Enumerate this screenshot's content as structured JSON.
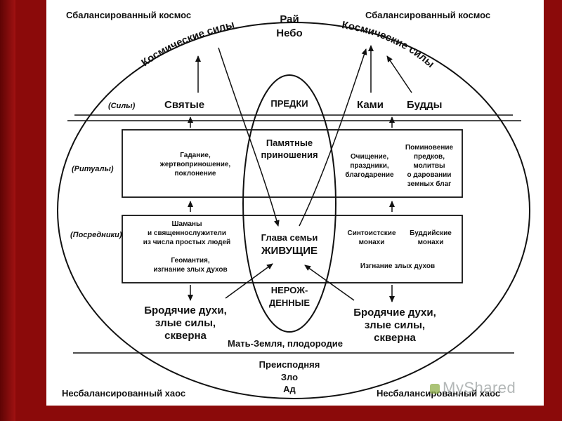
{
  "corners": {
    "top_left": "Сбалансированный космос",
    "top_right": "Сбалансированный космос",
    "bottom_left": "Несбалансированный хаос",
    "bottom_right": "Несбалансированный хаос"
  },
  "heaven": {
    "line1": "Рай",
    "line2": "Небо"
  },
  "cosmic_forces_left": "Космические силы",
  "cosmic_forces_right": "Космические силы",
  "side_labels": {
    "forces": "(Силы)",
    "rituals": "(Ритуалы)",
    "mediators": "(Посредники)"
  },
  "forces_row": {
    "saints": "Святые",
    "ancestors": "ПРЕДКИ",
    "kami": "Ками",
    "buddhas": "Будды"
  },
  "rituals": {
    "left": [
      "Гадание,",
      "жертвоприношение,",
      "поклонение"
    ],
    "center": [
      "Памятные",
      "приношения"
    ],
    "shinto": [
      "Очищение,",
      "праздники,",
      "благодарение"
    ],
    "buddhist": [
      "Поминовение",
      "предков,",
      "молитвы",
      "о даровании",
      "земных благ"
    ]
  },
  "mediators": {
    "left_top": [
      "Шаманы",
      "и священнослужители",
      "из числа простых людей"
    ],
    "left_bottom": [
      "Геомантия,",
      "изгнание злых духов"
    ],
    "center": [
      "Глава семьи",
      "ЖИВУЩИЕ"
    ],
    "shinto": [
      "Синтоистские",
      "монахи"
    ],
    "buddhist": [
      "Буддийские",
      "монахи"
    ],
    "right_bottom": "Изгнание злых духов"
  },
  "unborn": [
    "НЕРОЖ-",
    "ДЕННЫЕ"
  ],
  "spirits_left": [
    "Бродячие духи,",
    "злые силы,",
    "скверна"
  ],
  "spirits_right": [
    "Бродячие духи,",
    "злые силы,",
    "скверна"
  ],
  "mother_earth": "Мать-Земля, плодородие",
  "underworld": {
    "line1": "Преисподняя",
    "line2": "Зло",
    "line3": "Ад"
  },
  "watermark": "MyShared",
  "colors": {
    "background": "#8b0a0a",
    "slide": "#ffffff",
    "ink": "#111111"
  }
}
